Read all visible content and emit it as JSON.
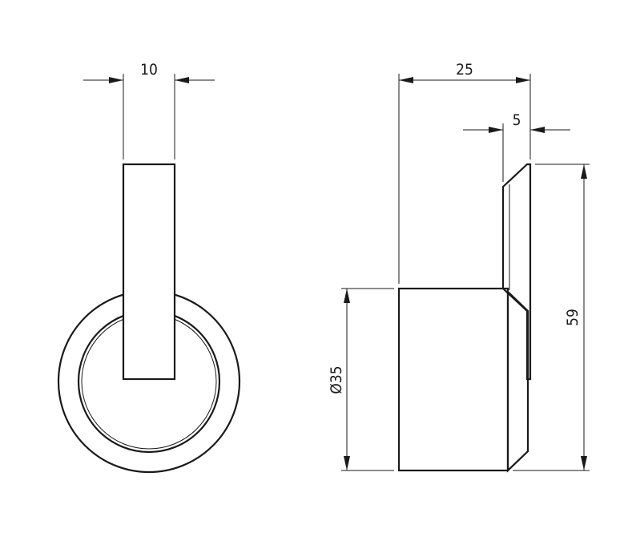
{
  "drawing": {
    "dimensions": {
      "front_width": "10",
      "side_depth": "25",
      "lever_thickness": "5",
      "rosette_diameter": "Ø35",
      "total_height": "59"
    },
    "line_color": "#1a1a1a",
    "background": "#ffffff"
  }
}
